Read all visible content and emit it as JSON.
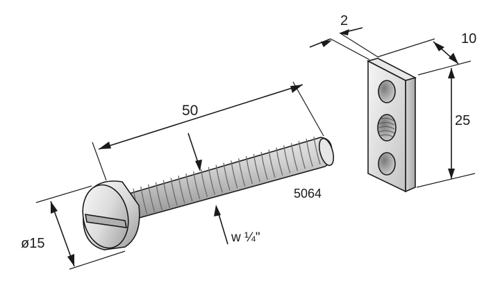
{
  "diagram": {
    "labels": {
      "bolt_length": "50",
      "head_diameter": "ø15",
      "thread": "w ¼\"",
      "part_number": "5064",
      "plate_thickness": "2",
      "plate_width": "10",
      "plate_height": "25"
    },
    "colors": {
      "line": "#1a1a1a",
      "metal_light": "#f2f2f2",
      "metal_mid": "#c8c8c8",
      "metal_dark": "#8c8c8c"
    }
  }
}
